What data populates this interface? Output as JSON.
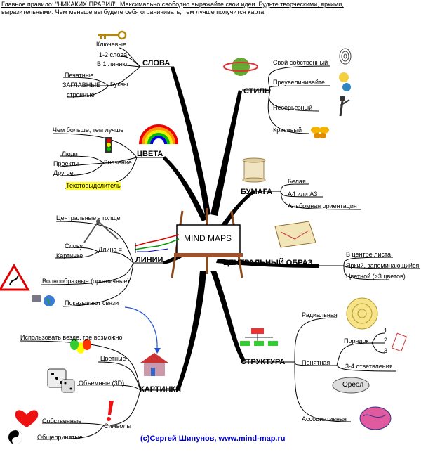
{
  "rule_text": "Главное правило: \"НИКАКИХ ПРАВИЛ\". Максимально свободно выражайте свои идеи. Будьте творческими, яркими, выразительными. Чем меньше вы будете себя ограничивать, тем лучше получится карта.",
  "center_label": "MIND MAPS",
  "footer": "(c)Сергей Шипунов, www.mind-map.ru",
  "branches": {
    "slova": {
      "title": "СЛОВА",
      "items": [
        "Ключевые",
        "1-2 слова",
        "В 1 линию"
      ],
      "bukvy": "Буквы",
      "bukvy_items": [
        "Печатные",
        "ЗАГЛАВНЫЕ",
        "строчные"
      ]
    },
    "cveta": {
      "title": "ЦВЕТА",
      "items": [
        "Чем больше, тем лучше"
      ],
      "znachenie": "Значение",
      "znachenie_items": [
        "Люди",
        "Проекты",
        "Другое..."
      ],
      "highlighter": "Текстовыделитель"
    },
    "linii": {
      "title": "ЛИНИИ",
      "items": [
        "Центральные - толще",
        "Волнообразные (органичные)",
        "Показывают связи"
      ],
      "dlina": "Длина =",
      "dlina_items": [
        "Слову",
        "Картинке"
      ]
    },
    "kartinki": {
      "title": "КАРТИНКИ",
      "items": [
        "Использовать везде, где возможно",
        "Цветные",
        "Объемные (3D)"
      ],
      "simvoly": "Символы",
      "simvoly_items": [
        "Собственные",
        "Общепринятые"
      ]
    },
    "stil": {
      "title": "СТИЛЬ",
      "items": [
        "Свой собственный",
        "Преувеличивайте",
        "Несерьезный",
        "Красивый"
      ]
    },
    "bumaga": {
      "title": "БУМАГА",
      "items": [
        "Белая",
        "А4 или А3",
        "Альбомная ориентация"
      ]
    },
    "obraz": {
      "title": "ЦЕНТРАЛЬНЫЙ ОБРАЗ",
      "items": [
        "В центре листа",
        "Яркий, запоминающийся",
        "Цветной (>3 цветов)"
      ]
    },
    "struktura": {
      "title": "СТРУКТУРА",
      "items": [
        "Радиальная",
        "Понятная",
        "Ассоциативная"
      ],
      "poryadok": "Порядок",
      "poryadok_items": [
        "1",
        "2",
        "3"
      ],
      "vetvi": "3-4 ответвления",
      "oreol": "Ореол"
    }
  }
}
